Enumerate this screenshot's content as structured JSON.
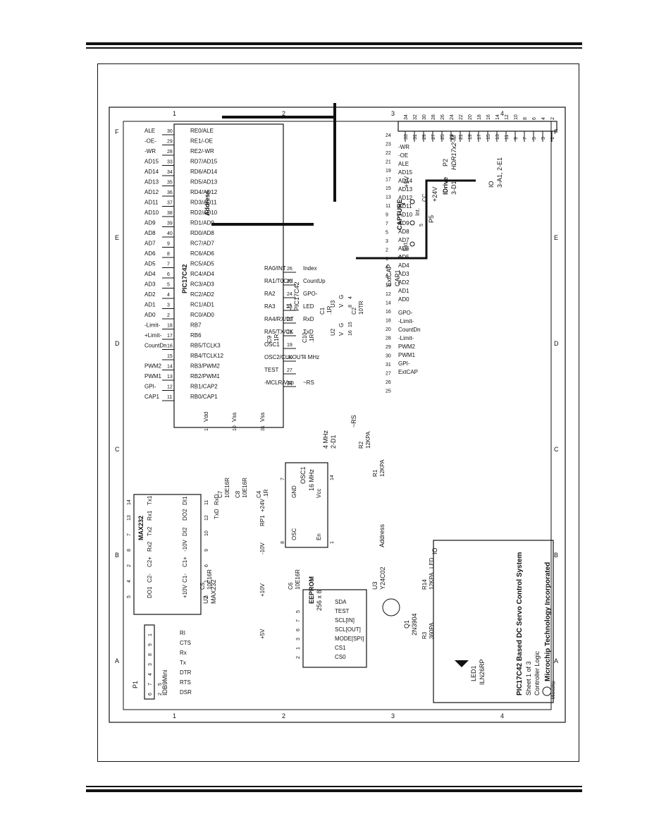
{
  "title_block": {
    "title": "PIC17C42 Based DC Servo Control System",
    "sheet": "Sheet 1 of 3",
    "subtitle": "Controller Logic",
    "company": "Microchip Technology Incorporated",
    "logo_text": "Microchip"
  },
  "zones": {
    "columns": [
      "A",
      "B",
      "C",
      "D",
      "E",
      "F"
    ],
    "rows": [
      "1",
      "2",
      "3",
      "4"
    ]
  },
  "u1": {
    "name": "PIC17C42",
    "ref": "U1",
    "left_pins": [
      {
        "name": "RE0/ALE",
        "num": "30",
        "net": "ALE"
      },
      {
        "name": "RE1/-OE",
        "num": "29",
        "net": "-OE-"
      },
      {
        "name": "RE2/-WR",
        "num": "28",
        "net": "-WR"
      },
      {
        "name": "RD7/AD15",
        "num": "33",
        "net": "AD15"
      },
      {
        "name": "RD6/AD14",
        "num": "34",
        "net": "AD14"
      },
      {
        "name": "RD5/AD13",
        "num": "35",
        "net": "AD13"
      },
      {
        "name": "RD4/AD12",
        "num": "36",
        "net": "AD12"
      },
      {
        "name": "RD3/AD11",
        "num": "37",
        "net": "AD11"
      },
      {
        "name": "RD2/AD10",
        "num": "38",
        "net": "AD10"
      },
      {
        "name": "RD1/AD9",
        "num": "39",
        "net": "AD9"
      },
      {
        "name": "RD0/AD8",
        "num": "40",
        "net": "AD8"
      },
      {
        "name": "RC7/AD7",
        "num": "9",
        "net": "AD7"
      },
      {
        "name": "RC6/AD6",
        "num": "8",
        "net": "AD6"
      },
      {
        "name": "RC5/AD5",
        "num": "7",
        "net": "AD5"
      },
      {
        "name": "RC4/AD4",
        "num": "6",
        "net": "AD4"
      },
      {
        "name": "RC3/AD3",
        "num": "5",
        "net": "AD3"
      },
      {
        "name": "RC2/AD2",
        "num": "4",
        "net": "AD2"
      },
      {
        "name": "RC1/AD1",
        "num": "3",
        "net": "AD1"
      },
      {
        "name": "RC0/AD0",
        "num": "2",
        "net": "AD0"
      },
      {
        "name": "RB7",
        "num": "18",
        "net": "-Limit-"
      },
      {
        "name": "RB6",
        "num": "17",
        "net": "+Limit-"
      },
      {
        "name": "RB5/TCLK3",
        "num": "16",
        "net": "CountDn"
      },
      {
        "name": "RB4/TCLK12",
        "num": "15",
        "net": ""
      },
      {
        "name": "RB3/PWM2",
        "num": "14",
        "net": "PWM2"
      },
      {
        "name": "RB2/PWM1",
        "num": "13",
        "net": "PWM1"
      },
      {
        "name": "RB1/CAP2",
        "num": "12",
        "net": "GPI-"
      },
      {
        "name": "RB0/CAP1",
        "num": "11",
        "net": "CAP1"
      }
    ],
    "right_pins": [
      {
        "name": "RA0/INT",
        "num": "26",
        "net": "Index"
      },
      {
        "name": "RA1/T0CKI",
        "num": "25",
        "net": "CountUp"
      },
      {
        "name": "RA2",
        "num": "24",
        "net": "GPO-"
      },
      {
        "name": "RA3",
        "num": "23",
        "net": "LED"
      },
      {
        "name": "RA4/RX/DT",
        "num": "22",
        "net": "RxD"
      },
      {
        "name": "RA5/TX/CK",
        "num": "21",
        "net": "TxD"
      },
      {
        "name": "OSC1",
        "num": "19",
        "net": ""
      },
      {
        "name": "OSC2/CLKOUT",
        "num": "20",
        "net": "4 MHz"
      },
      {
        "name": "TEST",
        "num": "27",
        "net": ""
      },
      {
        "name": "-MCLR/Vpp",
        "num": "32",
        "net": "~RS"
      }
    ],
    "power": [
      "Vdd",
      "Vss",
      "Vss"
    ],
    "power_nums": [
      "1",
      "10",
      "31"
    ]
  },
  "p2": {
    "ref": "P2",
    "part": "HDR17x2-M",
    "drive_label": "IDrive",
    "drive_ref": "3-D1",
    "supplies": [
      "+24V",
      "+5V"
    ],
    "pins_top": [
      "34",
      "32",
      "30",
      "28",
      "26",
      "24",
      "22",
      "20",
      "18",
      "16",
      "14",
      "12",
      "10",
      "8",
      "6",
      "4",
      "2"
    ],
    "pins_bottom": [
      "33",
      "31",
      "29",
      "27",
      "25",
      "23",
      "21",
      "19",
      "17",
      "15",
      "13",
      "11",
      "9",
      "7",
      "5",
      "3",
      "1"
    ],
    "nets": [
      "-WR",
      "-OE",
      "ALE",
      "AD15",
      "AD14",
      "AD13",
      "AD12",
      "AD11",
      "AD10",
      "AD9",
      "AD8",
      "AD7",
      "AD6",
      "AD5",
      "AD4",
      "AD3",
      "AD2",
      "AD1",
      "AD0"
    ],
    "nets2": [
      "GPO-",
      "-Limit-",
      "CountDn",
      "-Limit-",
      "PWM2",
      "PWM1",
      "GPI-",
      "ExtCAP"
    ],
    "pin_nums_side": [
      "24",
      "23",
      "22",
      "21",
      "19",
      "17",
      "15",
      "13",
      "11",
      "9",
      "7",
      "5",
      "3",
      "2",
      "1",
      "6",
      "8",
      "10",
      "12",
      "14",
      "16",
      "18",
      "20",
      "28",
      "29",
      "30",
      "31",
      "27",
      "26",
      "25"
    ]
  },
  "address_bus": "Address",
  "capture": {
    "title": "CAPTURE",
    "pin_ext": "6",
    "pin_int": "5",
    "pin_cc": "4",
    "ext_label": "Ext.",
    "int_label": "Int.",
    "cc_label": "CC",
    "p5": "P5",
    "nets": [
      "ExtCAP",
      "CAP1"
    ],
    "io": "IO",
    "io_ref": "3-A1, 2-E1"
  },
  "u2": {
    "ref": "U2",
    "part": "MAX232",
    "name": "MAX232",
    "pins": [
      "Tx1",
      "Rx1",
      "Tx2",
      "Rx2",
      "C2+",
      "C2-",
      "DO1",
      "DI1",
      "DO2",
      "DI2",
      "-10V",
      "C1+",
      "C1-",
      "+10V"
    ],
    "nums": [
      "14",
      "13",
      "7",
      "8",
      "2",
      "4",
      "5",
      "11",
      "12",
      "10",
      "9",
      "6",
      "1",
      "3"
    ],
    "nets": [
      "TxD",
      "RxD"
    ]
  },
  "u3": {
    "ref": "U3",
    "part": "Y24C02",
    "name": "EEPROM",
    "size": "256 x 8",
    "pins": [
      "CS0",
      "CS1",
      "MODE[SPI]",
      "SCL[OUT]",
      "SCL[IN]",
      "TEST",
      "SDA"
    ],
    "nums": [
      "2",
      "1",
      "3",
      "6",
      "7",
      "5"
    ]
  },
  "p1": {
    "ref": "P1",
    "part": "IDB9Mini",
    "signals": [
      "DSR",
      "RTS",
      "DTR",
      "Tx",
      "Rx",
      "CTS",
      "RI"
    ],
    "nums_top": [
      "6",
      "7",
      "4",
      "3",
      "8",
      "9",
      "1"
    ],
    "nums_bottom": [
      "2",
      "5"
    ]
  },
  "osc1": {
    "ref": "OSC1",
    "freq": "16 MHz",
    "pins": [
      "OSC",
      "GND",
      "En",
      "Vcc"
    ],
    "nums": [
      "8",
      "7",
      "1",
      "14"
    ]
  },
  "caps": [
    {
      "ref": "C1",
      "value": ".1R"
    },
    {
      "ref": "C2",
      "value": "10TR"
    },
    {
      "ref": "C4",
      "value": ".1R"
    },
    {
      "ref": "C5",
      "value": "10E16R"
    },
    {
      "ref": "C6",
      "value": "10E16R"
    },
    {
      "ref": "C7",
      "value": "10E16R"
    },
    {
      "ref": "C8",
      "value": "10E16R"
    },
    {
      "ref": "C9",
      "value": ".1R"
    },
    {
      "ref": "C10",
      "value": ".1R"
    }
  ],
  "resistors": [
    {
      "ref": "R1",
      "value": "12KPA"
    },
    {
      "ref": "R2",
      "value": "12KPA"
    },
    {
      "ref": "R3",
      "value": "360PA"
    },
    {
      "ref": "R14",
      "value": "12KPA"
    },
    {
      "ref": "RP1",
      "value": ""
    }
  ],
  "q1": {
    "ref": "Q1",
    "part": "2N3904"
  },
  "led1": {
    "ref": "LED1",
    "part": "ILN26RP",
    "net": "LED"
  },
  "u2pwr": {
    "ref": "U2",
    "v": "V",
    "g": "G",
    "n1": "16",
    "n2": "15"
  },
  "u3pwr": {
    "ref": "U3",
    "v": "V",
    "g": "G",
    "n1": "8",
    "n2": "4"
  },
  "supply_labels": [
    "+5V",
    "+10V",
    "-10V",
    "+24V"
  ],
  "xtal": {
    "freq": "4 MHz",
    "ref": "2-D1"
  },
  "io_label": "IO",
  "rs_label": "~RS"
}
